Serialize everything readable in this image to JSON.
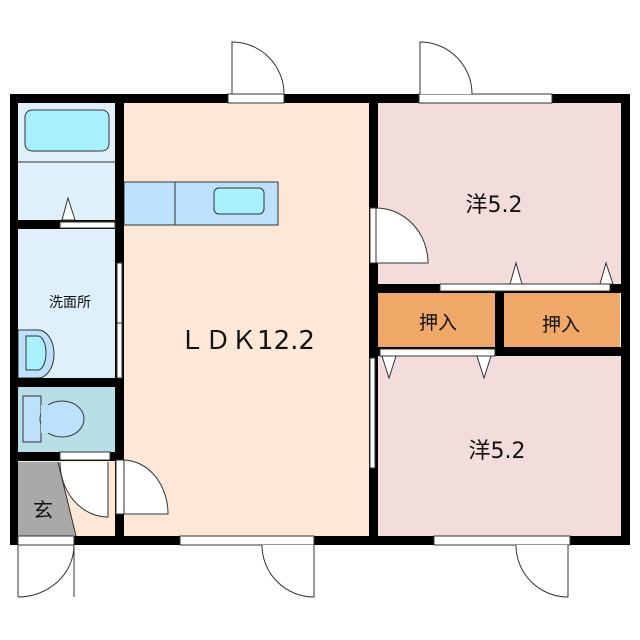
{
  "floor_plan": {
    "rooms": {
      "ldk": {
        "label": "ＬＤＫ12.2",
        "color": "#fde8d8"
      },
      "western_upper": {
        "label": "洋5.2",
        "color": "#f2dcdc"
      },
      "western_lower": {
        "label": "洋5.2",
        "color": "#f2dcdc"
      },
      "closet_left": {
        "label": "押入",
        "color": "#f0a868"
      },
      "closet_right": {
        "label": "押入",
        "color": "#f0a868"
      },
      "washroom": {
        "label": "洗面所",
        "color": "#dff0fb"
      },
      "bathroom": {
        "color": "#dff0fb"
      },
      "toilet": {
        "color": "#b8dfe8"
      },
      "entrance": {
        "label": "玄",
        "color": "#a9a9a9"
      }
    },
    "colors": {
      "wall": "#000000",
      "fixture": "#a8f0fc",
      "counter": "#bde0fb"
    }
  }
}
